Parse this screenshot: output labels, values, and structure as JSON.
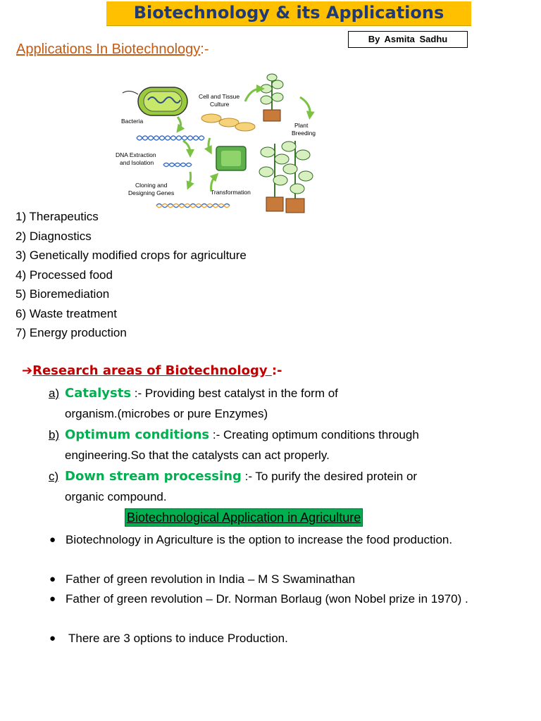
{
  "header": {
    "title": "Biotechnology  & its Applications",
    "author": "By  Asmita  Sadhu"
  },
  "applications": {
    "heading": "Applications In Biotechnology",
    "heading_suffix": ":-",
    "diagram_labels": {
      "bacteria": "Bacteria",
      "dna_line1": "DNA Extraction",
      "dna_line2": "and Isolation",
      "cloning_line1": "Cloning and",
      "cloning_line2": "Designing Genes",
      "cell_line1": "Cell and Tissue",
      "cell_line2": "Culture",
      "plant_line1": "Plant",
      "plant_line2": "Breeding",
      "transformation": "Transformation"
    },
    "items": [
      "1) Therapeutics",
      "2) Diagnostics",
      "3) Genetically modified crops for agriculture",
      "4) Processed food",
      "5)  Bioremediation",
      "6) Waste treatment",
      "7) Energy production"
    ]
  },
  "research": {
    "arrow": "➔",
    "heading": "Research areas of Biotechnology ",
    "heading_suffix": ":-",
    "items": [
      {
        "letter": "a)",
        "term": "Catalysts",
        "text": " :- Providing best  catalyst   in the form of",
        "cont": "organism.(microbes or pure  Enzymes)"
      },
      {
        "letter": "b)",
        "term": "Optimum conditions",
        "text": " :- Creating optimum conditions through",
        "cont": "engineering.So that the catalysts can act properly."
      },
      {
        "letter": "c)",
        "term": "Down stream processing",
        "text": " :-  To purify the desired protein or",
        "cont": "organic compound."
      }
    ]
  },
  "agriculture": {
    "heading": "Biotechnological Application in Agriculture",
    "bullet_symbol": "●",
    "bullets": [
      "Biotechnology  in  Agriculture  is  the  option  to  increase  the  food production.",
      "Father  of  green revolution in  India – M S Swaminathan",
      "Father  of  green revolution – Dr. Norman Borlaug (won Nobel prize in 1970) .",
      "There are 3 options to  induce  Production."
    ]
  },
  "colors": {
    "title_bg": "#ffc000",
    "title_text": "#1f3a78",
    "section_heading": "#c55a11",
    "research_heading": "#c00000",
    "term_green": "#00b050",
    "agri_bg": "#00b050"
  }
}
